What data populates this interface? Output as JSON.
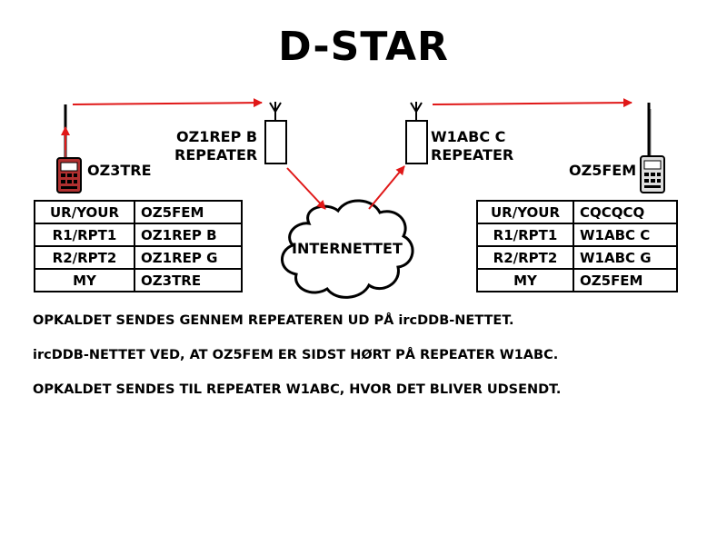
{
  "title": "D-STAR",
  "left_station": {
    "callsign": "OZ3TRE",
    "repeater_name": "OZ1REP B",
    "repeater_type": "REPEATER",
    "table": [
      {
        "key": "UR/YOUR",
        "value": "OZ5FEM"
      },
      {
        "key": "R1/RPT1",
        "value": "OZ1REP B"
      },
      {
        "key": "R2/RPT2",
        "value": "OZ1REP G"
      },
      {
        "key": "MY",
        "value": "OZ3TRE"
      }
    ]
  },
  "right_station": {
    "callsign": "OZ5FEM",
    "repeater_name": "W1ABC C",
    "repeater_type": "REPEATER",
    "table": [
      {
        "key": "UR/YOUR",
        "value": "CQCQCQ"
      },
      {
        "key": "R1/RPT1",
        "value": "W1ABC C"
      },
      {
        "key": "R2/RPT2",
        "value": "W1ABC G"
      },
      {
        "key": "MY",
        "value": "OZ5FEM"
      }
    ]
  },
  "network_label": "INTERNETTET",
  "notes": [
    "OPKALDET SENDES GENNEM REPEATEREN UD PÅ ircDDB-NETTET.",
    "ircDDB-NETTET VED, AT OZ5FEM ER SIDST HØRT PÅ REPEATER W1ABC.",
    "OPKALDET SENDES TIL REPEATER W1ABC, HVOR DET BLIVER UDSENDT."
  ],
  "colors": {
    "arrow": "#e01818",
    "radio_left": "#b03030",
    "radio_right": "#dddddd",
    "line": "#000000"
  },
  "icons": [
    "handheld-radio-icon",
    "repeater-antenna-icon",
    "internet-cloud-icon"
  ]
}
